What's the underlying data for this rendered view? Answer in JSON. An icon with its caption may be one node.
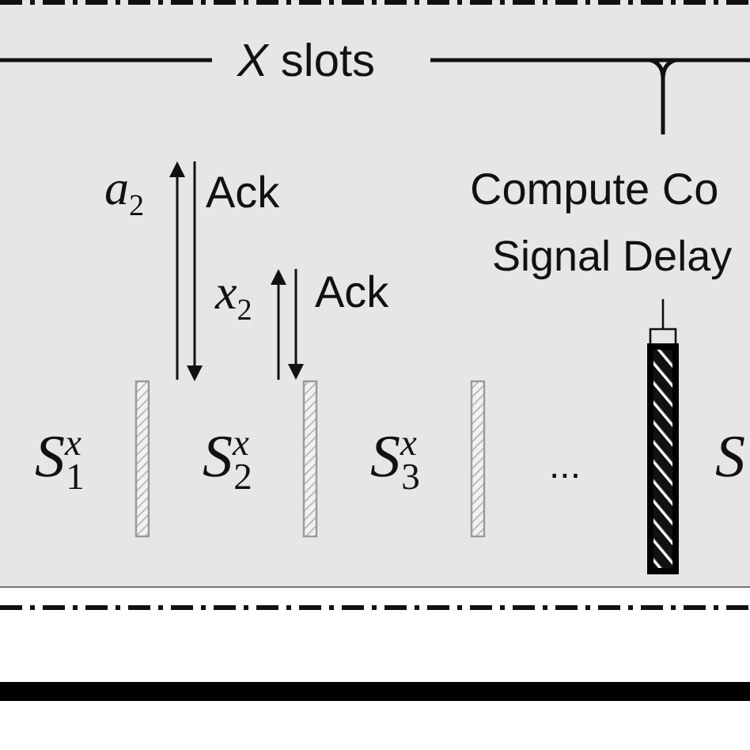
{
  "diagram": {
    "nodes": [
      {
        "text": [],
        "shape": "bar"
      }
    ],
    "labels": [
      "*X* slots",
      "*a*$_{2}$",
      "Ack",
      "*x*$_{2}$",
      "Ack",
      "Compute Co",
      "Signal Delay",
      "*S*$^{x}$$_{1}$",
      "*S*$^{x}$$_{2}$",
      "*S*$^{x}$$_{3}$",
      "...",
      "S"
    ]
  }
}
